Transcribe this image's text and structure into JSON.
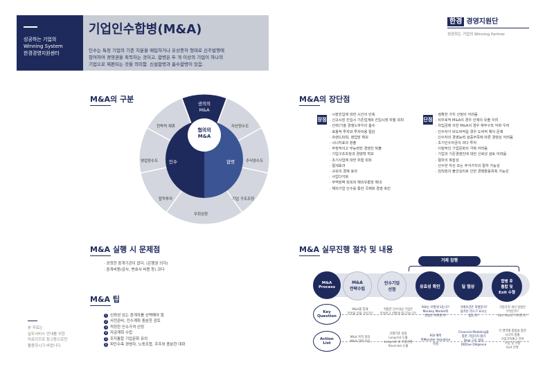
{
  "header": {
    "left_lines": [
      "성공하는 기업의",
      "Winning System",
      "한경경영지원센터"
    ],
    "title": "기업인수합병(M&A)",
    "desc_lines": [
      "인수는 특정 기업의 기존 지분을 매입하거나 유상증자 형태로 신주발행에",
      "참여하여 경영권을 획득하는 것이고, 합병은 두 개 이상의 기업이 하나의",
      "기업으로 재편되는 것을 의미함. 신설합병과 흡수합병이 있음."
    ]
  },
  "logo": {
    "mark": "한경",
    "name": "경영지원단",
    "subtitle": "성공하는 기업의 Winning Partner"
  },
  "classification": {
    "title": "M&A의 구분",
    "center": "협의의\nM&A",
    "top": "광의의\nM&A",
    "inner_left": "인수",
    "inner_right": "합병",
    "outer": [
      "전략적 제휴",
      "자산양수도",
      "영업양수도",
      "주식양수도",
      "합작투자",
      "기업 구조조정",
      "우회상장"
    ]
  },
  "pros_cons": {
    "title": "M&A의 장단점",
    "pros_label": "장점",
    "cons_label": "단점",
    "pros": [
      "시장진입에 대한 시간의 단축",
      "신규시장 진입시 기존업계와 진입시장 마찰 회피",
      "인력/기술 경쟁노하우의 흡수",
      "효율적 투자와 투자비용 절감",
      "프랜드파워, 영업망 확보",
      "시너지효과 창출",
      "부정적이고 무능력한 경영진 퇴출",
      "기업구조조정과 경영혁 혁보",
      "초기사업에 대한 위험 회피",
      "절세효과",
      "규모의 경제 효과",
      "사업다각화",
      "무역장벽 회피와 해외유통망 확대",
      "해외기업 인수를 통한 국제화 경영 촉진"
    ],
    "cons": [
      "정확한 가치 산정의 어려움",
      "비우호적 M&A의 경우 인재의 유출 우려",
      "차입금에 의한 M&A의 경우 재무구조 악화 우려",
      "인수자가 비도덕적일 경우 도덕적 해이 문제",
      "인수자의 경영능력 검증부족에 따른 경영상 어려움",
      "초기인수자금의 과다 투자",
      "이질적인 기업문화의 극복 어려움",
      "기업과 기존경영진에 대한 신뢰성 검토 어려움",
      "절차의 복잡성",
      "인수한 자산 또는 주식가치의 절하 가능성",
      "임직원의 불안심리로 인한 경쟁활동위축 가능성"
    ]
  },
  "problems": {
    "title": "M&A 실행 시 문제점",
    "items": [
      "공정한 중개기관이 없다. (은행권 의지)",
      "중개비용(감사, 변호사 비용 등) 과다"
    ]
  },
  "tips": {
    "title": "M&A 팁",
    "items": [
      "신뢰성 있는 중개자를 선택해야 함",
      "사전준비, 인수계획 충분한 검토",
      "적정한 인수가격 선정",
      "자금계획 수립",
      "조직통합 기업문화 유의",
      "피인수측 경영자, 노동조합, 주주와 충분한 대화"
    ]
  },
  "process": {
    "title": "M&A 실무진행 절차 및 내용",
    "deal_label": "거래 집행",
    "row_label": "M&A\nProcess",
    "steps": [
      "M&A\n전략수립",
      "인수기업\n선정",
      "유효성 확인",
      "딜 협상",
      "합병 후\n통합 및\nExit 수행"
    ],
    "key_label": "Key\nQuestion",
    "key_items": [
      "M&A를 통해\n무엇을 얻을 것인가?",
      "적합한 인수대상 기업은\n무엇이고 어떻게 접근하는가?",
      "ROI는 어떻게 되는가?\nMonkey Market의\n변동은 어떠한가?",
      "거래조건은 적절한가?\n숨겨진 리스크 요소는\n없는가?",
      "기업가치 개선 방법은\n무엇인가?\nExit Plan은 어떠한가?"
    ],
    "action_label": "Action\nList",
    "action_items": [
      "M&A 목적 정의\nM&A 전략 수립",
      "선별기준 설정\nLong-list 도출\nLong-list 내 기업선별\nShort-list 도출",
      "ROI 예측\n피Monster Valuation\n작성",
      "Financial Modeling을\n통한 기업가치 평가\nDeal 구조 협의\nDDDue Diligence",
      "각 영역별 통합을 통한\n시너지 창출\n기업가치제고 전략\n수립 및 수행\nExit 전략"
    ]
  },
  "footnote": [
    "본 자료는",
    "실무서비스 안내를 위한",
    "자료이므로 참고용으로만",
    "활용하시기 바랍니다."
  ],
  "colors": {
    "navy": "#1f2a5c",
    "mid_blue": "#2e4a8a",
    "gray": "#c8ccd4",
    "light_gray": "#dfe2ea"
  }
}
